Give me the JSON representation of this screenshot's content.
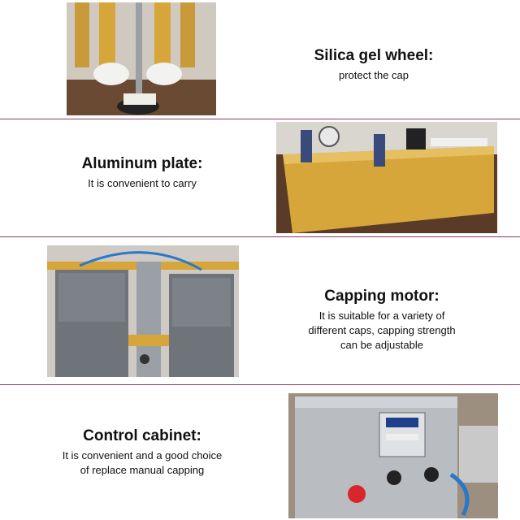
{
  "sections": [
    {
      "heading": "Silica gel wheel:",
      "description": [
        "protect the cap"
      ]
    },
    {
      "heading": "Aluminum plate:",
      "description": [
        "It is convenient to carry"
      ]
    },
    {
      "heading": "Capping motor:",
      "description": [
        "It is suitable for a variety of",
        "different caps, capping strength",
        "can be adjustable"
      ]
    },
    {
      "heading": "Control cabinet:",
      "description": [
        "It is convenient and a good choice",
        "of replace manual capping"
      ]
    }
  ],
  "colors": {
    "divider": "#8a3a63",
    "gold": "#d7a63a",
    "steel": "#b9bdc2",
    "motor_gray": "#6f747a",
    "red_button": "#d8262a",
    "display_blue": "#1f3f8a"
  }
}
